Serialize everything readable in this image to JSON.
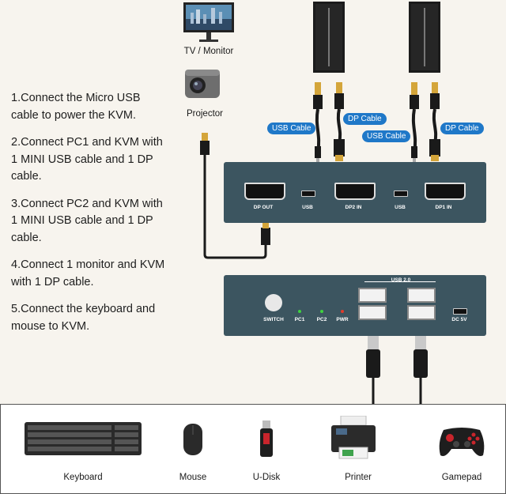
{
  "steps": [
    "1.Connect the Micro USB cable to power the KVM.",
    "2.Connect PC1 and KVM with 1 MINI USB cable and 1 DP cable.",
    "3.Connect PC2 and KVM with 1 MINI USB cable and 1 DP cable.",
    "4.Connect 1 monitor and KVM with 1 DP cable.",
    "5.Connect the keyboard and mouse to KVM."
  ],
  "outputs": {
    "monitor": "TV / Monitor",
    "projector": "Projector"
  },
  "cable_labels": {
    "usb_left": "USB Cable",
    "dp_left": "DP Cable",
    "usb_right": "USB Cable",
    "dp_right": "DP Cable"
  },
  "back_panel": {
    "dp_out": "DP OUT",
    "usb1": "USB",
    "dp2_in": "DP2 IN",
    "usb2": "USB",
    "dp1_in": "DP1 IN"
  },
  "front_panel": {
    "switch": "SWITCH",
    "pc1": "PC1",
    "pc2": "PC2",
    "pwr": "PWR",
    "usb20": "USB 2.0",
    "dc5v": "DC 5V"
  },
  "peripherals": [
    "Keyboard",
    "Mouse",
    "U-Disk",
    "Printer",
    "Gamepad"
  ],
  "colors": {
    "kvm_body": "#3c5560",
    "label_blue": "#1f78c8",
    "led_green": "#3fd23f",
    "led_red": "#e23b2b"
  }
}
